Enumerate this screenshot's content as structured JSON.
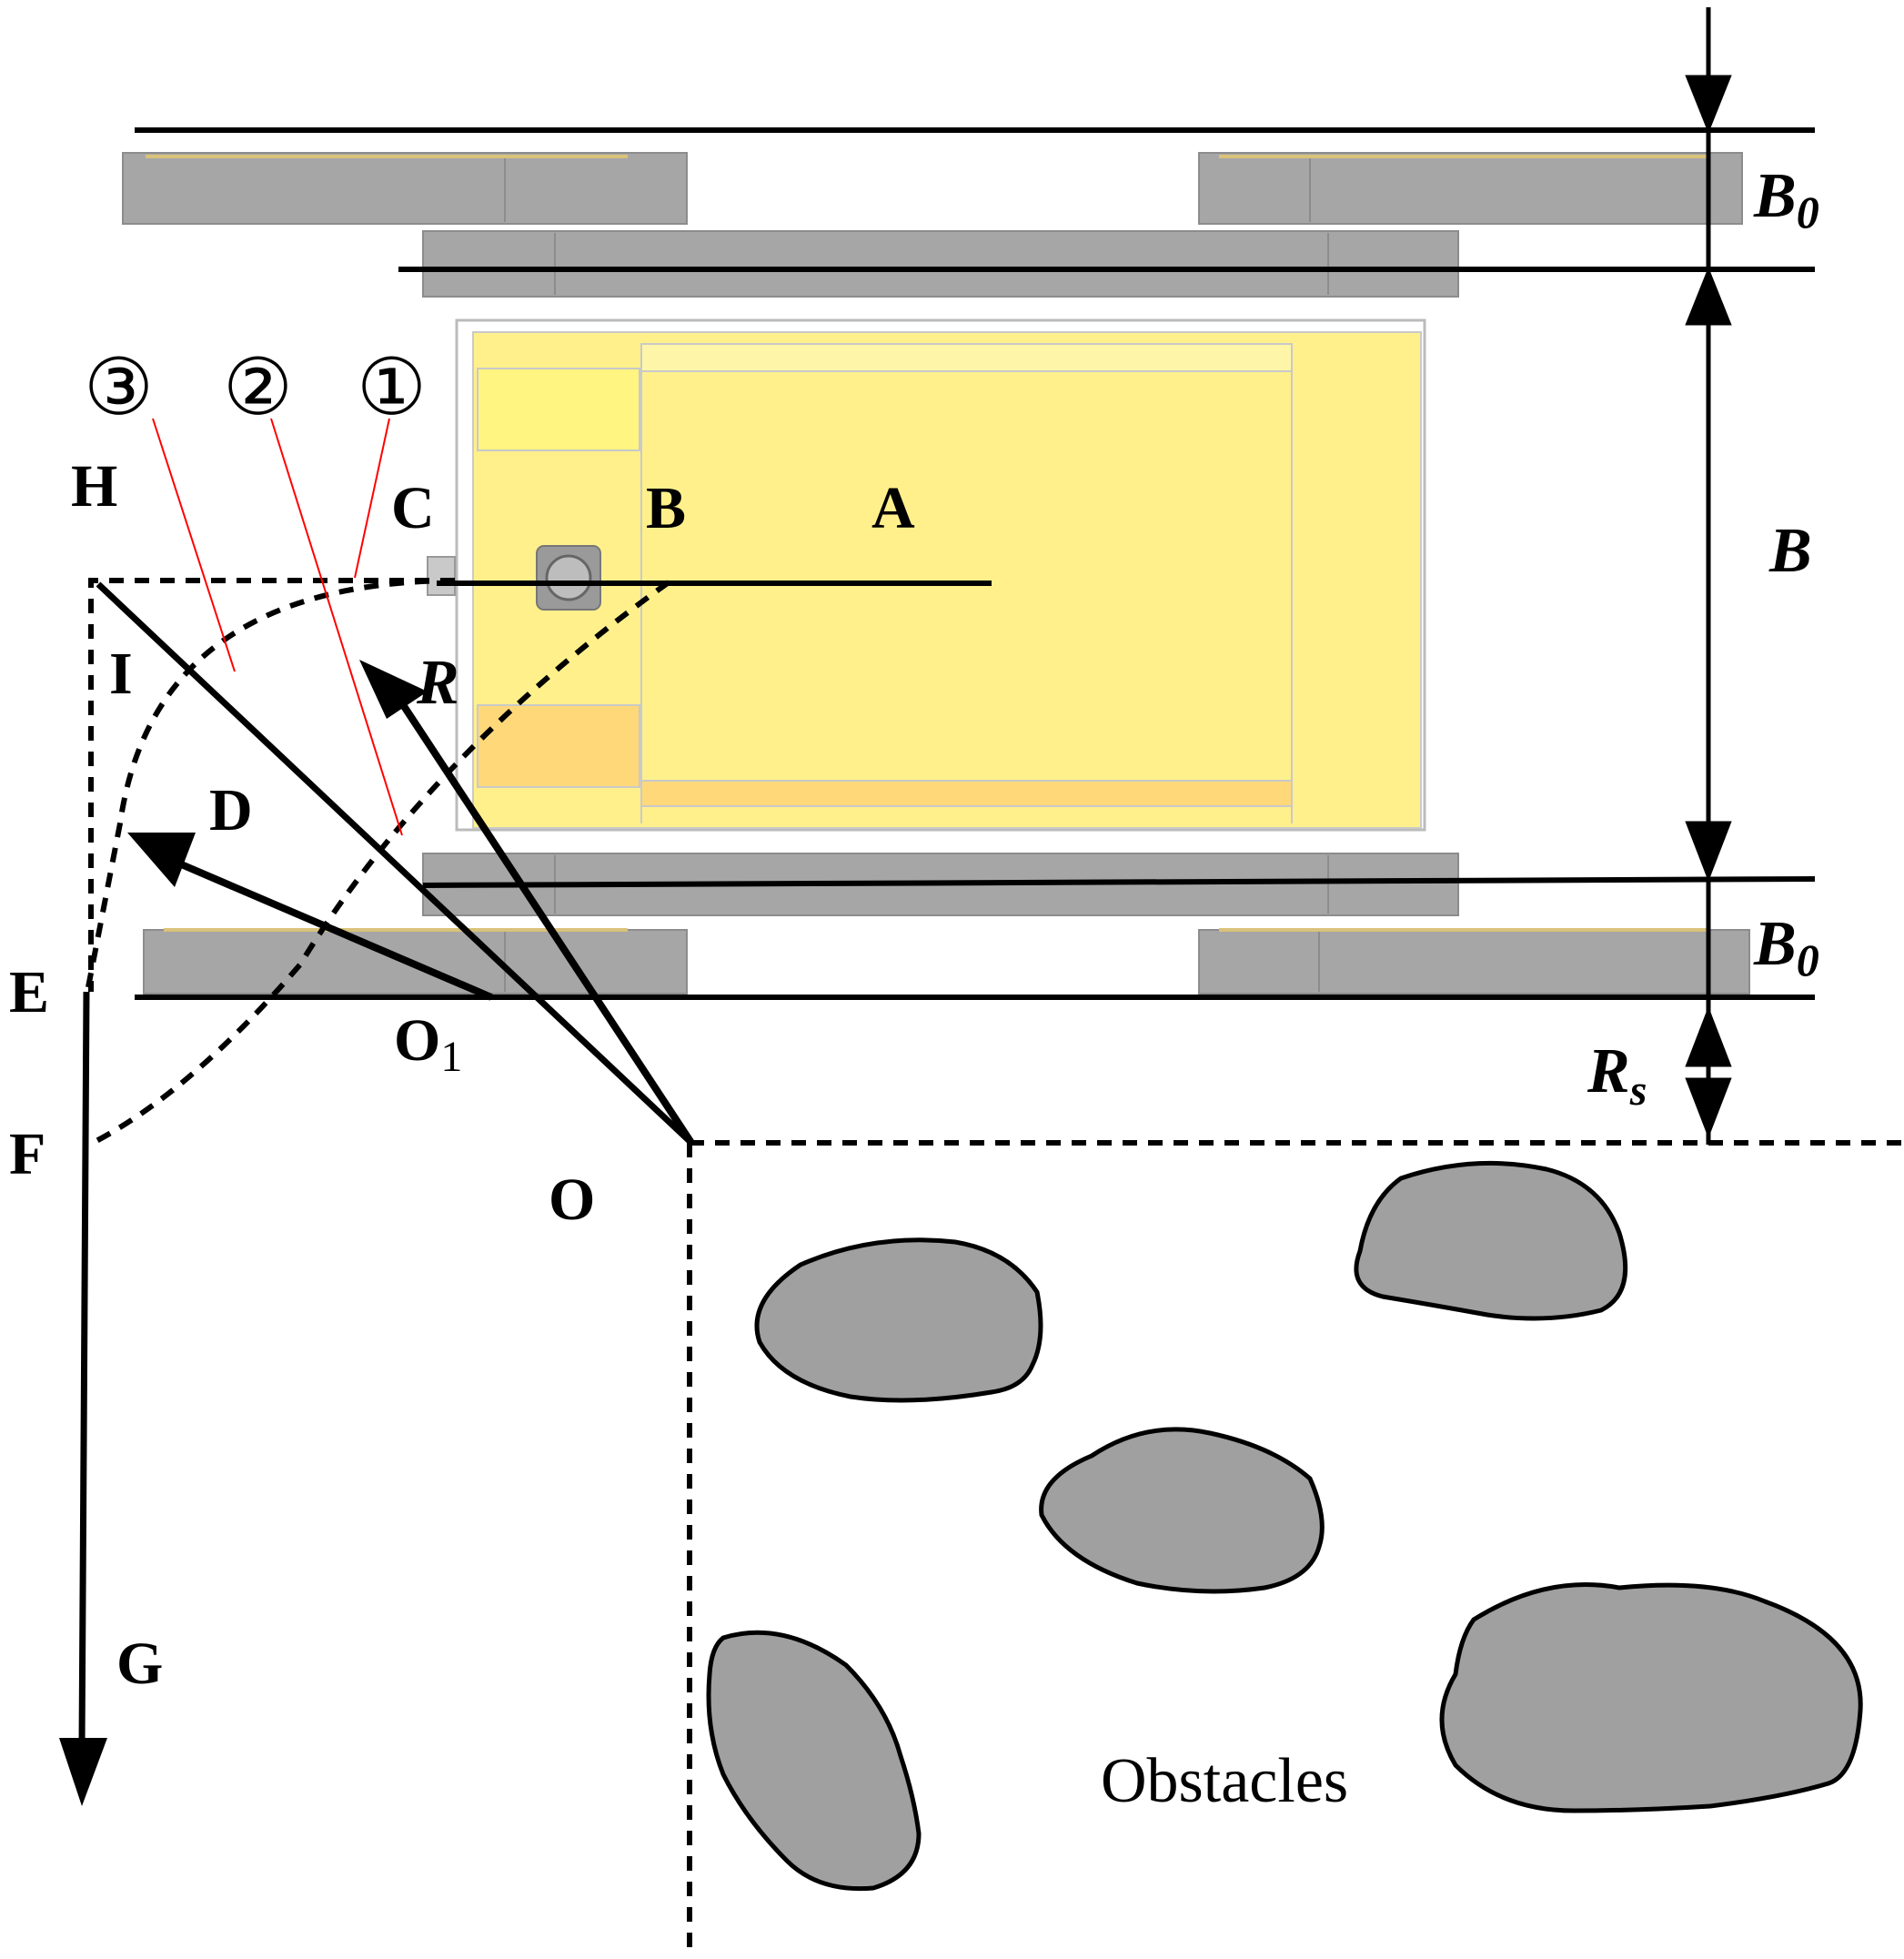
{
  "labels": {
    "A": "A",
    "B": "B",
    "C": "C",
    "D": "D",
    "E": "E",
    "F": "F",
    "G": "G",
    "H": "H",
    "I": "I",
    "O": "O",
    "O1_main": "O",
    "O1_sub": "1",
    "R": "R",
    "dim_B": "B",
    "dim_B0_top_main": "B",
    "dim_B0_top_sub": "0",
    "dim_B0_bot_main": "B",
    "dim_B0_bot_sub": "0",
    "dim_Rs_main": "R",
    "dim_Rs_sub": "s",
    "path1": "①",
    "path2": "②",
    "path3": "③",
    "obstacles": "Obstacles"
  },
  "colors": {
    "track": "#a6a6a6",
    "track_edge": "#8c8c8c",
    "body": "#fff08c",
    "body_dark": "#ffd87a",
    "obstacle": "#a0a0a0",
    "leader": "#ff0000",
    "ink": "#000000"
  }
}
